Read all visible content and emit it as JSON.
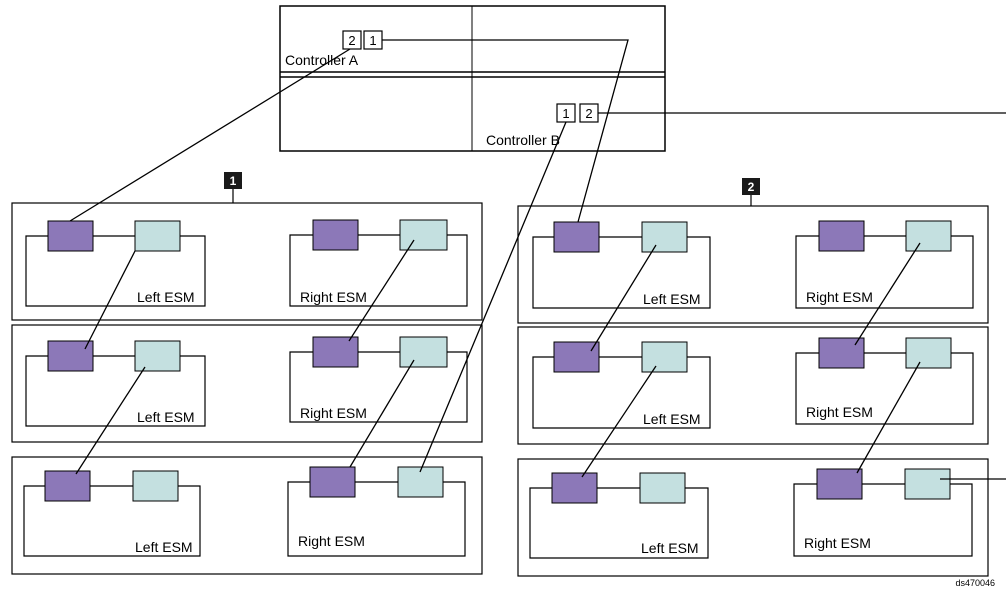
{
  "controllers": {
    "a": {
      "label": "Controller A",
      "ports": [
        "2",
        "1"
      ]
    },
    "b": {
      "label": "Controller B",
      "ports": [
        "1",
        "2"
      ]
    }
  },
  "groups": [
    {
      "badge": "1",
      "enclosures": [
        {
          "left_label": "Left ESM",
          "right_label": "Right ESM"
        },
        {
          "left_label": "Left ESM",
          "right_label": "Right ESM"
        },
        {
          "left_label": "Left ESM",
          "right_label": "Right ESM"
        }
      ]
    },
    {
      "badge": "2",
      "enclosures": [
        {
          "left_label": "Left ESM",
          "right_label": "Right ESM"
        },
        {
          "left_label": "Left ESM",
          "right_label": "Right ESM"
        },
        {
          "left_label": "Left ESM",
          "right_label": "Right ESM"
        }
      ]
    }
  ],
  "figure_id": "ds470046",
  "colors": {
    "in_port": "#8c78b8",
    "out_port": "#c4e0e0",
    "badge": "#1a1a1a",
    "line": "#000000"
  }
}
